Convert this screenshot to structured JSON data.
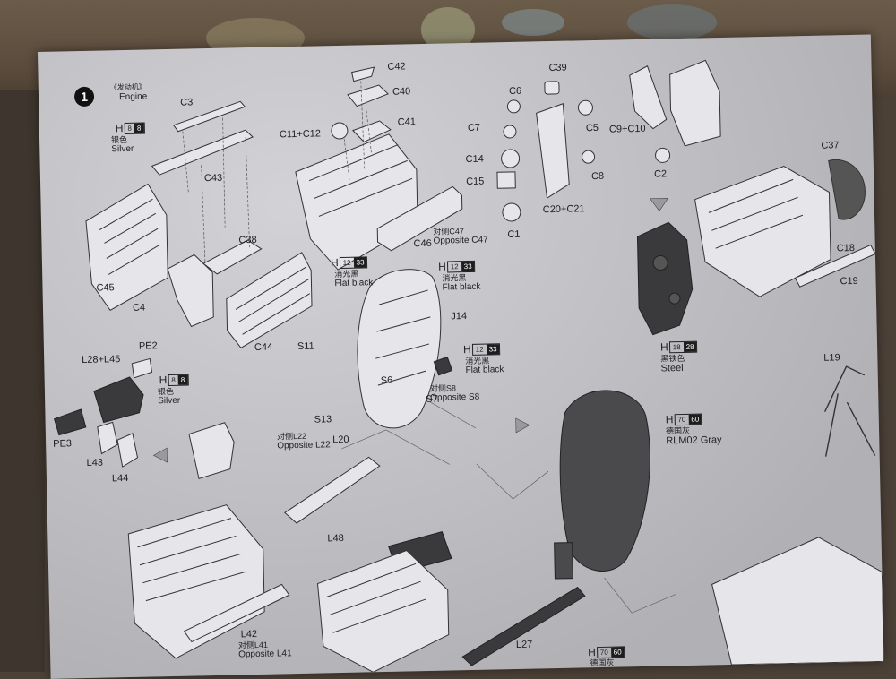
{
  "step": {
    "number": "1",
    "title_cn": "《发动机》",
    "title_en": "Engine"
  },
  "part_labels": [
    "C3",
    "C43",
    "C45",
    "C4",
    "C38",
    "C44",
    "C42",
    "C40",
    "C11+C12",
    "C41",
    "C46",
    "C39",
    "C6",
    "C7",
    "C5",
    "C14",
    "C15",
    "C8",
    "C20+C21",
    "C1",
    "C9+C10",
    "C2",
    "C37",
    "C18",
    "C19",
    "J14",
    "S11",
    "S6",
    "S13",
    "S7",
    "L20",
    "PE2",
    "L28+L45",
    "PE3",
    "L43",
    "L44",
    "L48",
    "L42",
    "L27",
    "L19"
  ],
  "opposite_labels": [
    {
      "cn": "对侧C47",
      "en": "Opposite C47"
    },
    {
      "cn": "对侧S8",
      "en": "Opposite S8"
    },
    {
      "cn": "对侧L22",
      "en": "Opposite L22"
    },
    {
      "cn": "对侧L41",
      "en": "Opposite L41"
    }
  ],
  "paints": [
    {
      "h": "H",
      "a": "8",
      "b": "8",
      "cn": "银色",
      "en": "Silver"
    },
    {
      "h": "H",
      "a": "12",
      "b": "33",
      "cn": "消光黑",
      "en": "Flat black"
    },
    {
      "h": "H",
      "a": "12",
      "b": "33",
      "cn": "消光黑",
      "en": "Flat black"
    },
    {
      "h": "H",
      "a": "12",
      "b": "33",
      "cn": "消光黑",
      "en": "Flat black"
    },
    {
      "h": "H",
      "a": "8",
      "b": "8",
      "cn": "银色",
      "en": "Silver"
    },
    {
      "h": "H",
      "a": "18",
      "b": "28",
      "cn": "黑铁色",
      "en": "Steel"
    },
    {
      "h": "H",
      "a": "70",
      "b": "60",
      "cn": "德国灰",
      "en": "RLM02 Gray"
    },
    {
      "h": "H",
      "a": "70",
      "b": "60",
      "cn": "德国灰",
      "en": ""
    }
  ],
  "colors": {
    "paper": "#c9c8cd",
    "ink": "#1d1d1d",
    "part_fill": "#e6e5ea",
    "dark_part": "#3a3a3c"
  }
}
